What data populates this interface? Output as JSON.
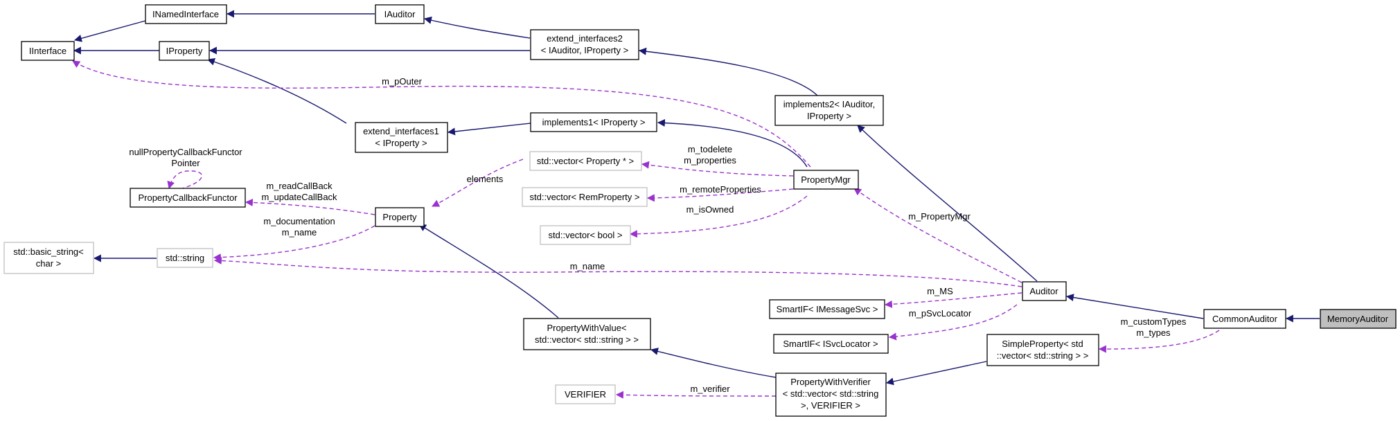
{
  "colors": {
    "inheritance_edge": "#191970",
    "usage_edge": "#9a32cd",
    "node_border": "#000000",
    "external_node_border": "#bfbfbf",
    "focus_node_fill": "#bfbfbf"
  },
  "nodes": {
    "iinterface": [
      "IInterface"
    ],
    "inamedinterface": [
      "INamedInterface"
    ],
    "iauditor": [
      "IAuditor"
    ],
    "iproperty": [
      "IProperty"
    ],
    "extend_interfaces2": [
      "extend_interfaces2",
      "< IAuditor, IProperty >"
    ],
    "implements2": [
      "implements2< IAuditor,",
      "IProperty >"
    ],
    "extend_interfaces1": [
      "extend_interfaces1",
      "< IProperty >"
    ],
    "implements1": [
      "implements1< IProperty >"
    ],
    "vector_property_ptr": [
      "std::vector< Property * >"
    ],
    "vector_remproperty": [
      "std::vector< RemProperty >"
    ],
    "vector_bool": [
      "std::vector< bool >"
    ],
    "propertymgr": [
      "PropertyMgr"
    ],
    "propertycallbackfunctor": [
      "PropertyCallbackFunctor"
    ],
    "property": [
      "Property"
    ],
    "basic_string": [
      "std::basic_string<",
      "char >"
    ],
    "std_string": [
      "std::string"
    ],
    "smartif_imessagesvc": [
      "SmartIF< IMessageSvc >"
    ],
    "smartif_isvclocator": [
      "SmartIF< ISvcLocator >"
    ],
    "auditor": [
      "Auditor"
    ],
    "commonauditor": [
      "CommonAuditor"
    ],
    "memoryauditor": [
      "MemoryAuditor"
    ],
    "propertywithvalue": [
      "PropertyWithValue<",
      "std::vector< std::string > >"
    ],
    "simpleproperty": [
      "SimpleProperty< std",
      "::vector< std::string > >"
    ],
    "verifier": [
      "VERIFIER"
    ],
    "propertywithverifier": [
      "PropertyWithVerifier",
      "< std::vector< std::string",
      ">, VERIFIER >"
    ]
  },
  "edge_labels": {
    "m_pOuter": [
      "m_pOuter"
    ],
    "nullcallback": [
      "nullPropertyCallbackFunctor",
      "Pointer"
    ],
    "callbacks": [
      "m_readCallBack",
      "m_updateCallBack"
    ],
    "elements": [
      "elements"
    ],
    "todelete": [
      "m_todelete",
      "m_properties"
    ],
    "remote": [
      "m_remoteProperties"
    ],
    "isowned": [
      "m_isOwned"
    ],
    "docname": [
      "m_documentation",
      "m_name"
    ],
    "m_propertymgr": [
      "m_PropertyMgr"
    ],
    "m_name": [
      "m_name"
    ],
    "m_ms": [
      "m_MS"
    ],
    "m_psvclocator": [
      "m_pSvcLocator"
    ],
    "customtypes": [
      "m_customTypes",
      "m_types"
    ],
    "m_verifier": [
      "m_verifier"
    ]
  }
}
